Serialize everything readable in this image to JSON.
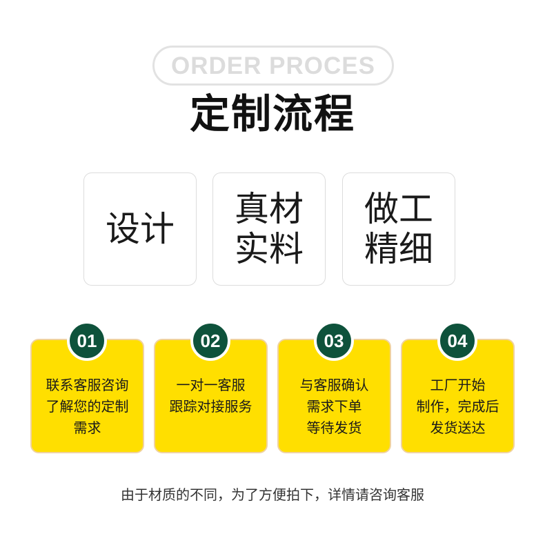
{
  "header": {
    "pill_text": "ORDER PROCES",
    "title": "定制流程"
  },
  "features": [
    {
      "lines": [
        "设计"
      ]
    },
    {
      "lines": [
        "真材",
        "实料"
      ]
    },
    {
      "lines": [
        "做工",
        "精细"
      ]
    }
  ],
  "steps": [
    {
      "number": "01",
      "lines": [
        "联系客服咨询",
        "了解您的定制",
        "需求"
      ]
    },
    {
      "number": "02",
      "lines": [
        "一对一客服",
        "跟踪对接服务"
      ]
    },
    {
      "number": "03",
      "lines": [
        "与客服确认",
        "需求下单",
        "等待发货"
      ]
    },
    {
      "number": "04",
      "lines": [
        "工厂开始",
        "制作，完成后",
        "发货送达"
      ]
    }
  ],
  "footer": {
    "note": "由于材质的不同，为了方便拍下，详情请咨询客服"
  },
  "colors": {
    "step_fill": "#ffdf00",
    "badge_fill": "#0e523b",
    "pill_border": "#e2e2e2",
    "pill_text": "#dcdcdc"
  }
}
